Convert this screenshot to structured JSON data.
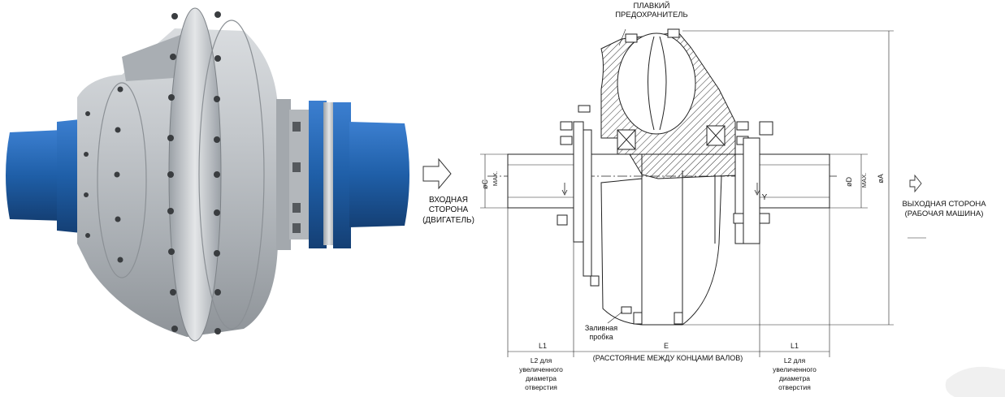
{
  "labels": {
    "fuse_line1": "ПЛАВКИЙ",
    "fuse_line2": "ПРЕДОХРАНИТЕЛЬ",
    "input_line1": "ВХОДНАЯ",
    "input_line2": "СТОРОНА",
    "input_line3": "(ДВИГАТЕЛЬ)",
    "output_line1": "ВЫХОДНАЯ СТОРОНА",
    "output_line2": "(РАБОЧАЯ МАШИНА)",
    "fill_plug_line1": "Заливная",
    "fill_plug_line2": "пробка",
    "dim_c": "øC",
    "dim_d": "øD",
    "dim_a": "øA",
    "max": "MAX.",
    "dim_y": "Y",
    "dim_l1_left": "L1",
    "dim_l1_right": "L1",
    "dim_e": "E",
    "dim_e_desc": "(РАССТОЯНИЕ МЕЖДУ КОНЦАМИ ВАЛОВ)",
    "l2_left": [
      "L2 для",
      "увеличенного",
      "диаметра",
      "отверстия"
    ],
    "l2_right": [
      "L2 для",
      "увеличенного",
      "диаметра",
      "отверстия"
    ]
  },
  "colors": {
    "coupling_blue": "#1f5fa8",
    "housing_gray": "#b8bcc0",
    "line": "#222222"
  }
}
